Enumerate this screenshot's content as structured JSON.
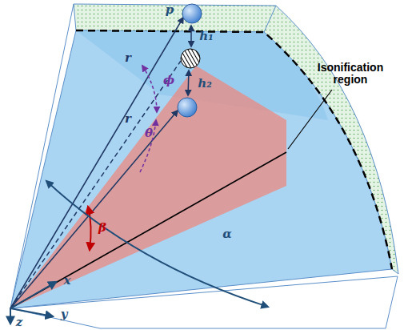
{
  "diagram": {
    "labels": [
      "p",
      "h₁",
      "h₂",
      "r",
      "r",
      "ϕ",
      "θ",
      "β",
      "α",
      "Isonification region",
      "x",
      "y",
      "z"
    ]
  }
}
